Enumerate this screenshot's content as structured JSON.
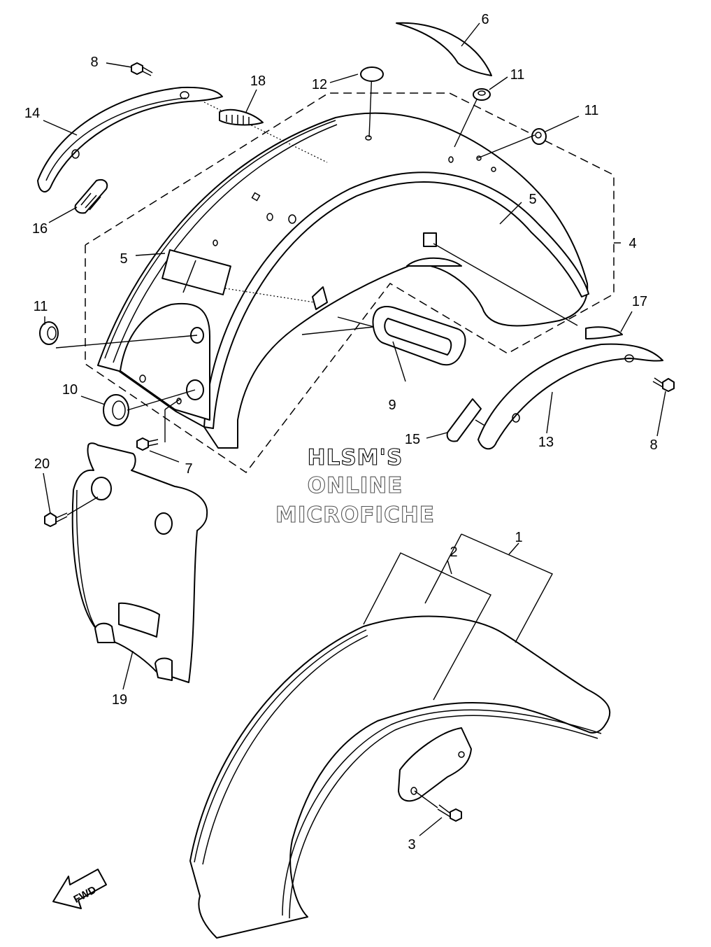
{
  "callouts": {
    "c1": "1",
    "c2": "2",
    "c3": "3",
    "c4": "4",
    "c5a": "5",
    "c5b": "5",
    "c6": "6",
    "c7": "7",
    "c8a": "8",
    "c8b": "8",
    "c9": "9",
    "c10": "10",
    "c11a": "11",
    "c11b": "11",
    "c11c": "11",
    "c12": "12",
    "c13": "13",
    "c14": "14",
    "c15": "15",
    "c16": "16",
    "c17": "17",
    "c18": "18",
    "c19": "19",
    "c20": "20"
  },
  "watermark": {
    "line1": "HLSM'S",
    "line2": "ONLINE",
    "line3": "MICROFICHE"
  },
  "direction_badge": "FWD"
}
